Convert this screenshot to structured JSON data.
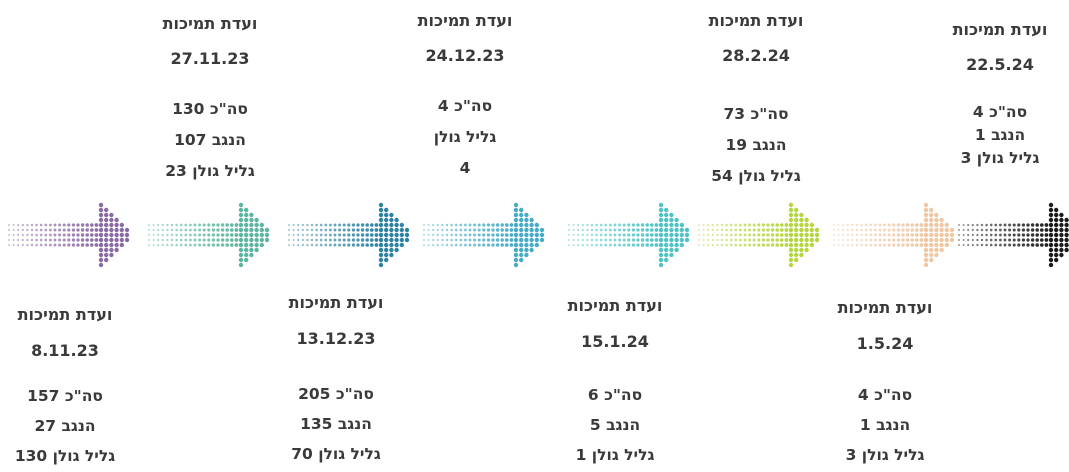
{
  "timeline": [
    {
      "title": "ועדת תמיכות",
      "date": "8.11.23",
      "lines": [
        "סה\"כ 157",
        "הנגב 27",
        "גליל גולן 130"
      ],
      "color": "#8a6aa3"
    },
    {
      "title": "ועדת תמיכות",
      "date": "27.11.23",
      "lines": [
        "סה\"כ 130",
        "הנגב 107",
        "גליל גולן 23"
      ],
      "color": "#5bb5a0"
    },
    {
      "title": "ועדת תמיכות",
      "date": "13.12.23",
      "lines": [
        "סה\"כ 205",
        "הנגב 135",
        "גליל גולן 70"
      ],
      "color": "#2c82a3"
    },
    {
      "title": "ועדת תמיכות",
      "date": "24.12.23",
      "lines": [
        "סה\"כ 4",
        "גליל גולן",
        "4"
      ],
      "color": "#45abc6"
    },
    {
      "title": "ועדת תמיכות",
      "date": "15.1.24",
      "lines": [
        "סה\"כ 6",
        "הנגב 5",
        "גליל גולן 1"
      ],
      "color": "#4fc3c4"
    },
    {
      "title": "ועדת תמיכות",
      "date": "28.2.24",
      "lines": [
        "סה\"כ 73",
        "הנגב 19",
        "גליל גולן 54"
      ],
      "color": "#b4d63e"
    },
    {
      "title": "ועדת תמיכות",
      "date": "1.5.24",
      "lines": [
        "סה\"כ 4",
        "הנגב 1",
        "גליל גולן 3"
      ],
      "color": "#f0c7a3"
    },
    {
      "title": "ועדת תמיכות",
      "date": "22.5.24",
      "lines": [
        "סה\"כ 4",
        "הנגב 1",
        "גליל גולן 3"
      ],
      "color": "#1a1a1a"
    }
  ]
}
